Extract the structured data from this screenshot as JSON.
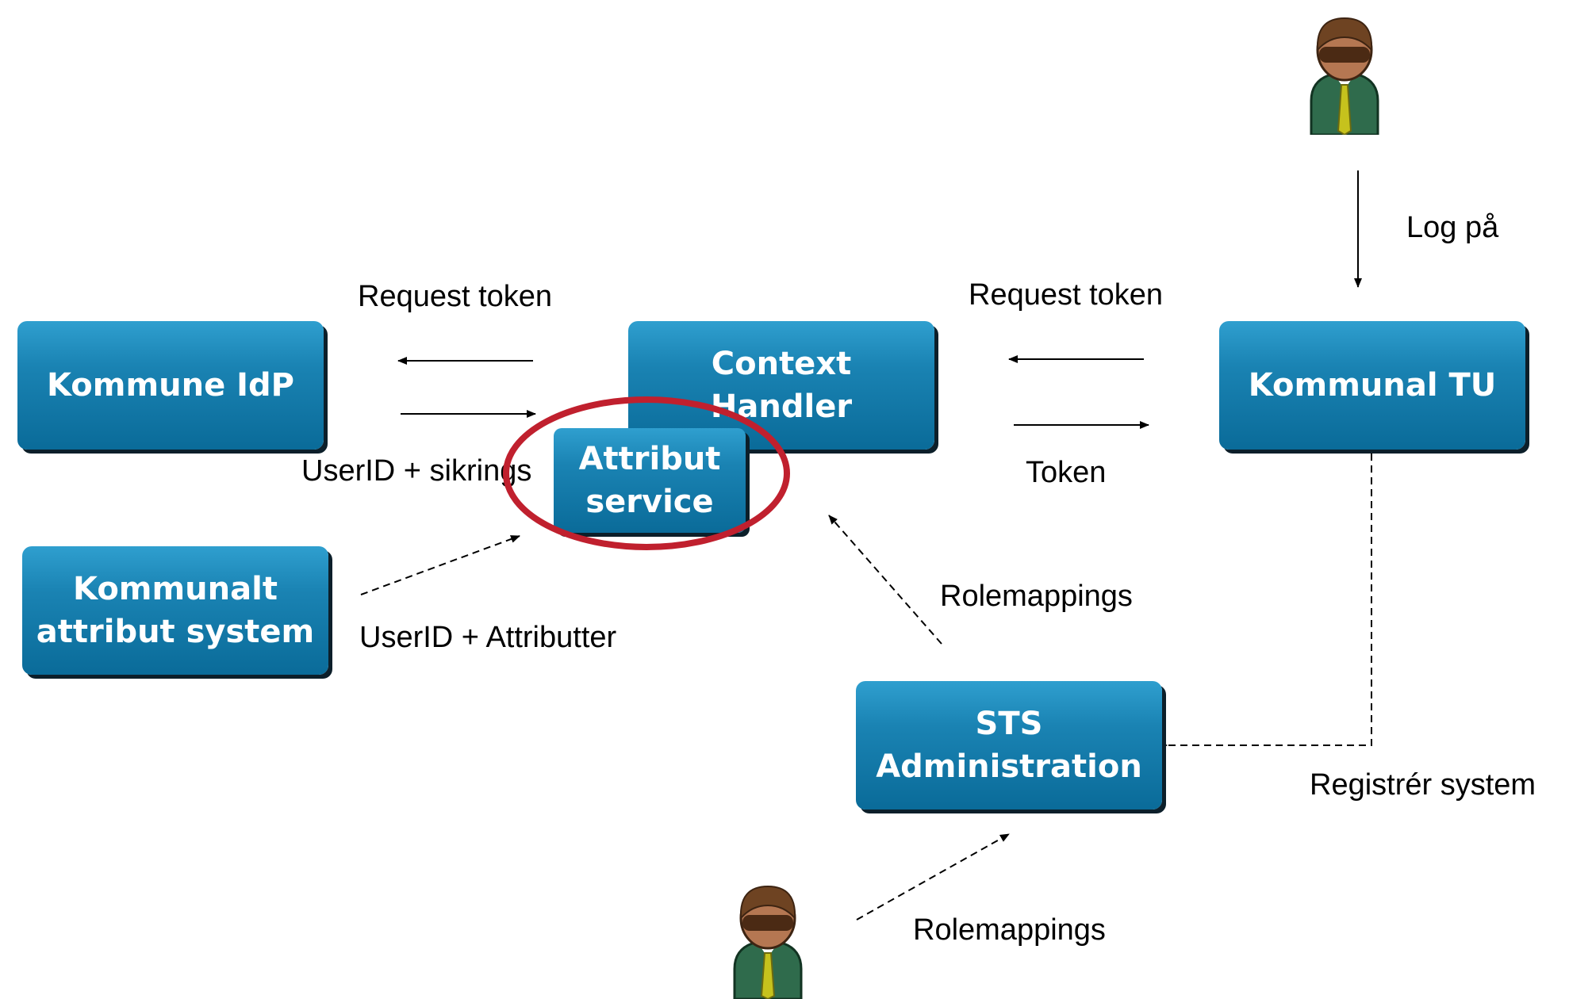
{
  "nodes": {
    "kommune_idp": "Kommune IdP",
    "context_handler": [
      "Context",
      "Handler"
    ],
    "kommunal_tu": "Kommunal TU",
    "attribut_service": [
      "Attribut",
      "service"
    ],
    "kommunalt_attribut_system": [
      "Kommunalt",
      "attribut system"
    ],
    "sts_administration": [
      "STS",
      "Administration"
    ]
  },
  "edge_labels": {
    "log_paa": "Log på",
    "request_token_left": "Request token",
    "request_token_right": "Request token",
    "userid_sikring": "UserID + sikrings",
    "token": "Token",
    "rolemappings_upper": "Rolemappings",
    "userid_attributter": "UserID + Attributter",
    "registrer_system": "Registrér system",
    "rolemappings_lower": "Rolemappings"
  },
  "icons": {
    "top_person": "person-icon",
    "bottom_person": "person-icon"
  },
  "colors": {
    "box_fill": "#1a83b3",
    "highlight_ring": "#c0202e"
  }
}
